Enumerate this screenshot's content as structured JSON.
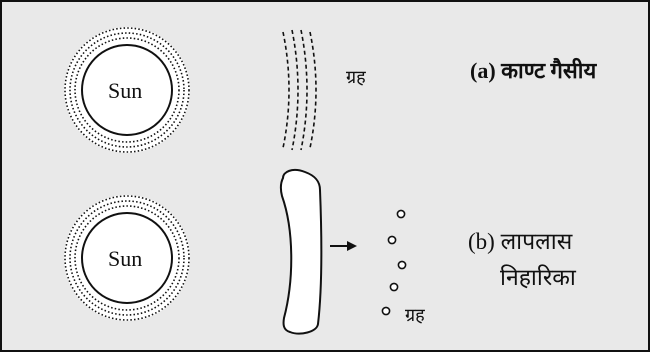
{
  "colors": {
    "panel_background": "#e9e9e9",
    "ink": "#111111",
    "fill": "#ffffff"
  },
  "icons": {
    "sun": "sun-icon",
    "orbit_rings": "dotted-concentric-rings",
    "gas_arcs": "dashed-arcs-icon",
    "nebula_ring": "elongated-ring-icon",
    "arrow": "arrow-right-icon",
    "planet": "small-circle-icon"
  },
  "top": {
    "sun_label": "Sun",
    "planet_label": "ग्रह",
    "caption": "(a) काण्ट गैसीय"
  },
  "bottom": {
    "sun_label": "Sun",
    "planet_label": "ग्रह",
    "caption_line1": "(b) लापलास",
    "caption_line2": "निहारिका"
  }
}
